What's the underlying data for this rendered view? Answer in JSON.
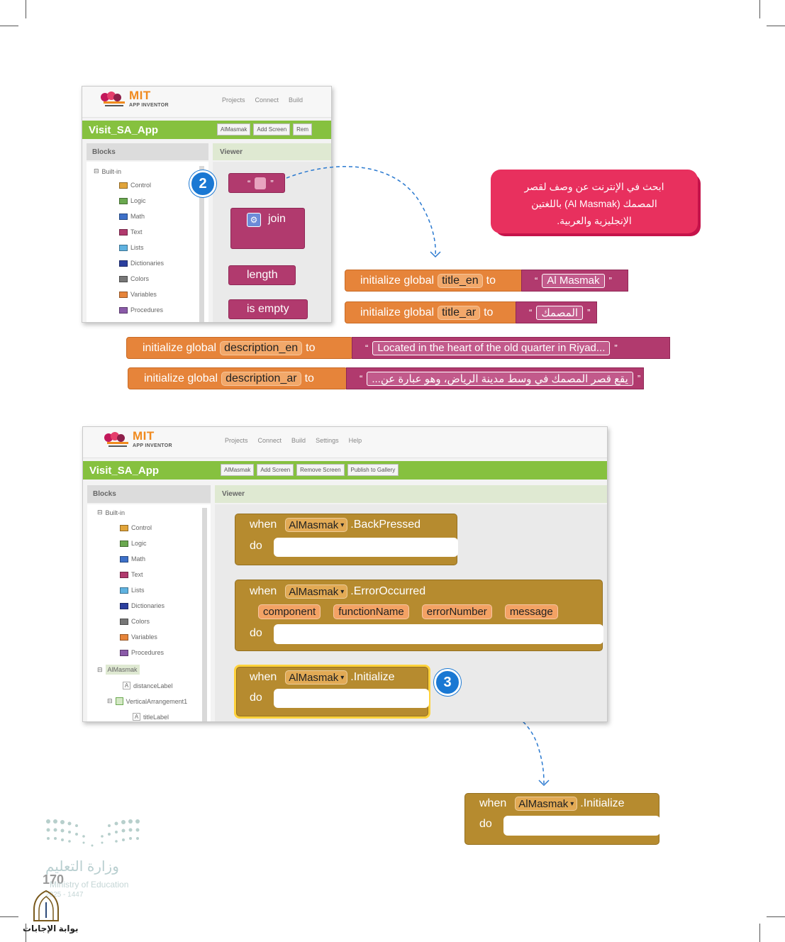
{
  "top_window": {
    "logo": {
      "title": "MIT",
      "subtitle": "APP INVENTOR"
    },
    "menu": [
      "Projects",
      "Connect",
      "Build"
    ],
    "project_name": "Visit_SA_App",
    "toolbar": [
      "AlMasmak",
      "Add Screen",
      "Rem"
    ],
    "blocks_header": "Blocks",
    "viewer_header": "Viewer",
    "tree_root": "Built-in",
    "tree_items": [
      {
        "label": "Control",
        "color": "#e1a43a"
      },
      {
        "label": "Logic",
        "color": "#6aa84f"
      },
      {
        "label": "Math",
        "color": "#3d70c8"
      },
      {
        "label": "Text",
        "color": "#b13a6e"
      },
      {
        "label": "Lists",
        "color": "#5fb2e0"
      },
      {
        "label": "Dictionaries",
        "color": "#2b3f9e"
      },
      {
        "label": "Colors",
        "color": "#777777"
      },
      {
        "label": "Variables",
        "color": "#e6843a"
      },
      {
        "label": "Procedures",
        "color": "#8a5aa8"
      }
    ],
    "text_blocks": {
      "empty_string_quote_open": "“",
      "empty_string_quote_close": "”",
      "join": "join",
      "length": "length",
      "is_empty": "is empty"
    }
  },
  "badges": {
    "b2": "2",
    "b3": "3"
  },
  "callout_text": {
    "line1": "ابحث في الإنترنت عن وصف لقصر",
    "line2": "المصمك (Al Masmak) باللغتين",
    "line3": "الإنجليزية والعربية."
  },
  "globals": [
    {
      "prefix": "initialize global",
      "name": "title_en",
      "to": "to",
      "value": "Al Masmak"
    },
    {
      "prefix": "initialize global",
      "name": "title_ar",
      "to": "to",
      "value": "المصمك"
    },
    {
      "prefix": "initialize global",
      "name": "description_en",
      "to": "to",
      "value": "Located in the heart of the old quarter in Riyad..."
    },
    {
      "prefix": "initialize global",
      "name": "description_ar",
      "to": "to",
      "value": "يقع قصر المصمك في وسط مدينة الرياض، وهو عبارة عن..."
    }
  ],
  "quotes": {
    "open": "“",
    "close": "”"
  },
  "bottom_window": {
    "logo": {
      "title": "MIT",
      "subtitle": "APP INVENTOR"
    },
    "menu": [
      "Projects",
      "Connect",
      "Build",
      "Settings",
      "Help"
    ],
    "project_name": "Visit_SA_App",
    "toolbar": [
      "AlMasmak",
      "Add Screen",
      "Remove Screen",
      "Publish to Gallery"
    ],
    "blocks_header": "Blocks",
    "viewer_header": "Viewer",
    "tree_root": "Built-in",
    "tree_items": [
      {
        "label": "Control",
        "color": "#e1a43a"
      },
      {
        "label": "Logic",
        "color": "#6aa84f"
      },
      {
        "label": "Math",
        "color": "#3d70c8"
      },
      {
        "label": "Text",
        "color": "#b13a6e"
      },
      {
        "label": "Lists",
        "color": "#5fb2e0"
      },
      {
        "label": "Dictionaries",
        "color": "#2b3f9e"
      },
      {
        "label": "Colors",
        "color": "#777777"
      },
      {
        "label": "Variables",
        "color": "#e6843a"
      },
      {
        "label": "Procedures",
        "color": "#8a5aa8"
      }
    ],
    "screen_node": "AlMasmak",
    "child1": "distanceLabel",
    "child2": "VerticalArrangement1",
    "child3": "titleLabel"
  },
  "events": {
    "back": {
      "when": "when",
      "component": "AlMasmak",
      "event": ".BackPressed",
      "do": "do"
    },
    "error": {
      "when": "when",
      "component": "AlMasmak",
      "event": ".ErrorOccurred",
      "do": "do",
      "params": [
        "component",
        "functionName",
        "errorNumber",
        "message"
      ]
    },
    "init": {
      "when": "when",
      "component": "AlMasmak",
      "event": ".Initialize",
      "do": "do"
    },
    "init_copy": {
      "when": "when",
      "component": "AlMasmak",
      "event": ".Initialize",
      "do": "do"
    }
  },
  "footer": {
    "page_number": "170",
    "ministry_ar": "وزارة التعليم",
    "ministry_en": "Ministry of Education",
    "year": "2025 - 1447",
    "gate": "بوابة الإجابات"
  }
}
